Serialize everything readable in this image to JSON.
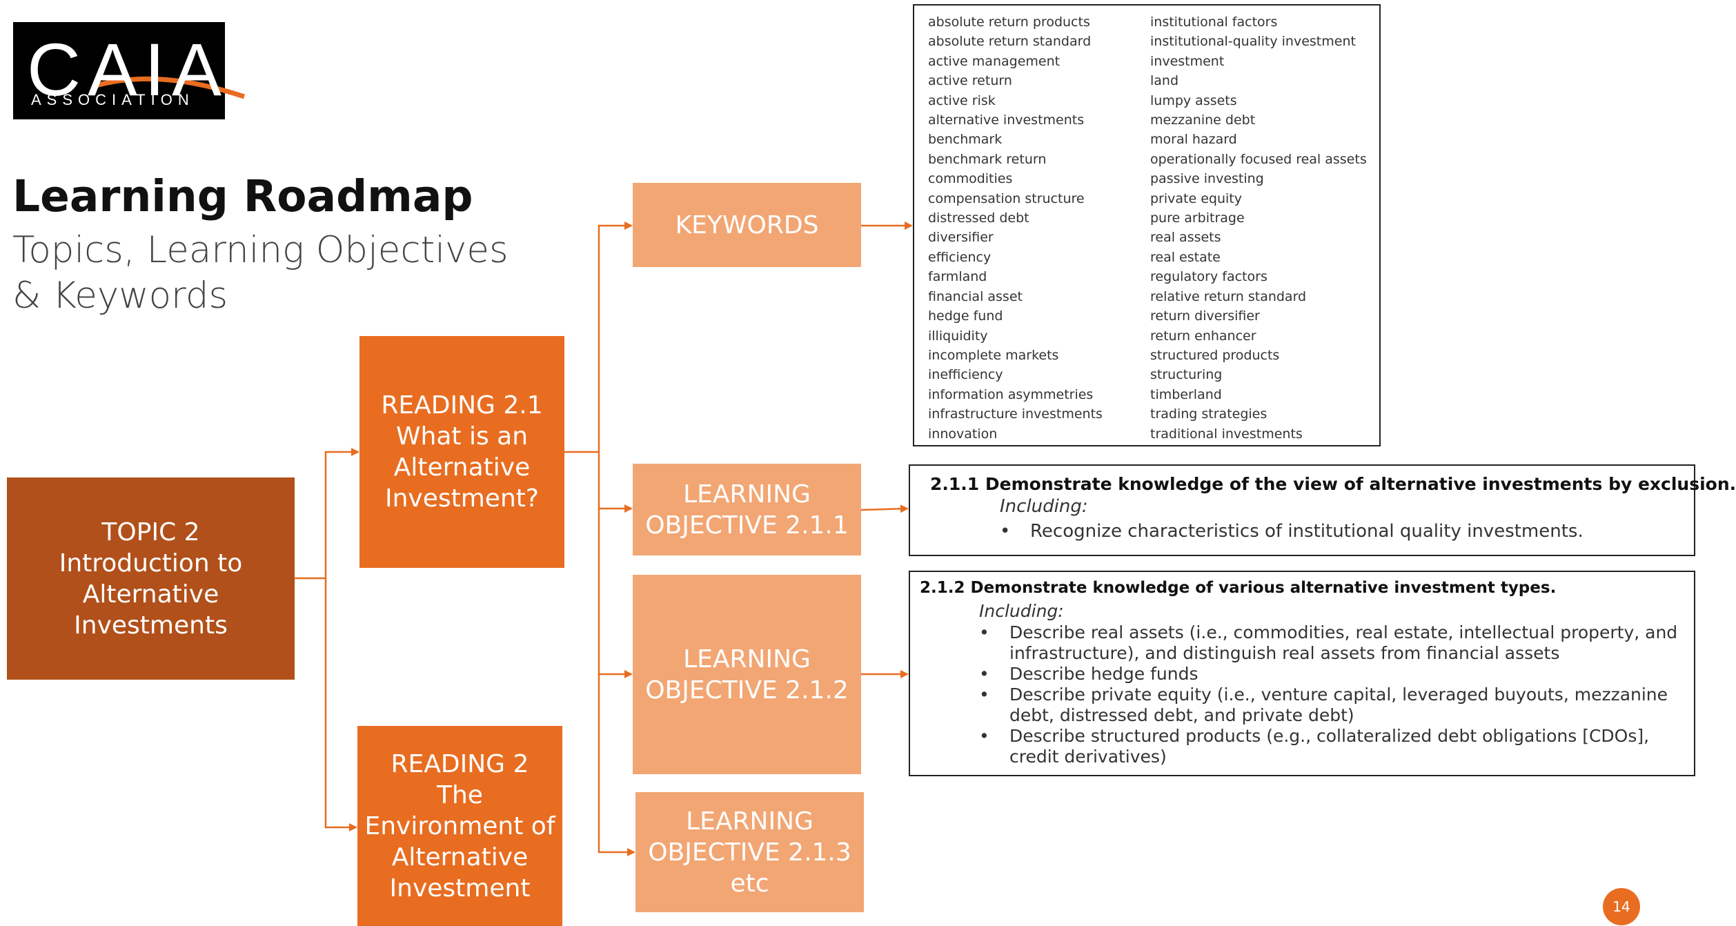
{
  "logo": {
    "name": "CAIA",
    "sub": "ASSOCIATION"
  },
  "header": {
    "title": "Learning Roadmap",
    "subtitle": "Topics, Learning Objectives & Keywords"
  },
  "diagram": {
    "topic": "TOPIC 2\nIntroduction to\nAlternative\nInvestments",
    "reading_21": "READING 2.1\nWhat is an\nAlternative\nInvestment?",
    "reading_2": "READING 2\nThe\nEnvironment of\nAlternative\nInvestment",
    "keywords_label": "KEYWORDS",
    "lo_211": "LEARNING\nOBJECTIVE 2.1.1",
    "lo_212": "LEARNING\nOBJECTIVE 2.1.2",
    "lo_213": "LEARNING\nOBJECTIVE 2.1.3\netc"
  },
  "keywords": {
    "col1": [
      "absolute return products",
      "absolute return standard",
      "active management",
      "active return",
      "active risk",
      "alternative investments",
      "benchmark",
      "benchmark return",
      "commodities",
      "compensation structure",
      "distressed debt",
      "diversifier",
      "efficiency",
      "farmland",
      "financial asset",
      "hedge fund",
      "illiquidity",
      "incomplete markets",
      "inefficiency",
      "information asymmetries",
      "infrastructure investments",
      "innovation"
    ],
    "col2": [
      "institutional factors",
      "institutional-quality investment",
      "investment",
      "land",
      "lumpy assets",
      "mezzanine debt",
      "moral hazard",
      "operationally focused real assets",
      "passive investing",
      "private equity",
      "pure arbitrage",
      "real assets",
      "real estate",
      "regulatory factors",
      "relative return standard",
      "return diversifier",
      "return enhancer",
      "structured products",
      "structuring",
      "timberland",
      "trading strategies",
      "traditional investments"
    ]
  },
  "objectives": {
    "o211": {
      "heading": "2.1.1  Demonstrate knowledge of the view of alternative investments by exclusion.",
      "including": "Including:",
      "bullets": [
        "Recognize characteristics of institutional quality investments."
      ]
    },
    "o212": {
      "heading": "2.1.2  Demonstrate knowledge of various alternative investment types.",
      "including": "Including:",
      "bullets": [
        "Describe real assets (i.e., commodities, real estate, intellectual property, and infrastructure), and distinguish real assets from financial assets",
        "Describe hedge funds",
        "Describe private equity (i.e., venture capital, leveraged buyouts, mezzanine debt, distressed debt, and private debt)",
        "Describe structured products (e.g., collateralized debt obligations [CDOs], credit derivatives)"
      ]
    }
  },
  "page_number": "14",
  "colors": {
    "topic": "#b1501a",
    "reading": "#e86d21",
    "objective": "#f2a673",
    "connector": "#e86d21"
  }
}
